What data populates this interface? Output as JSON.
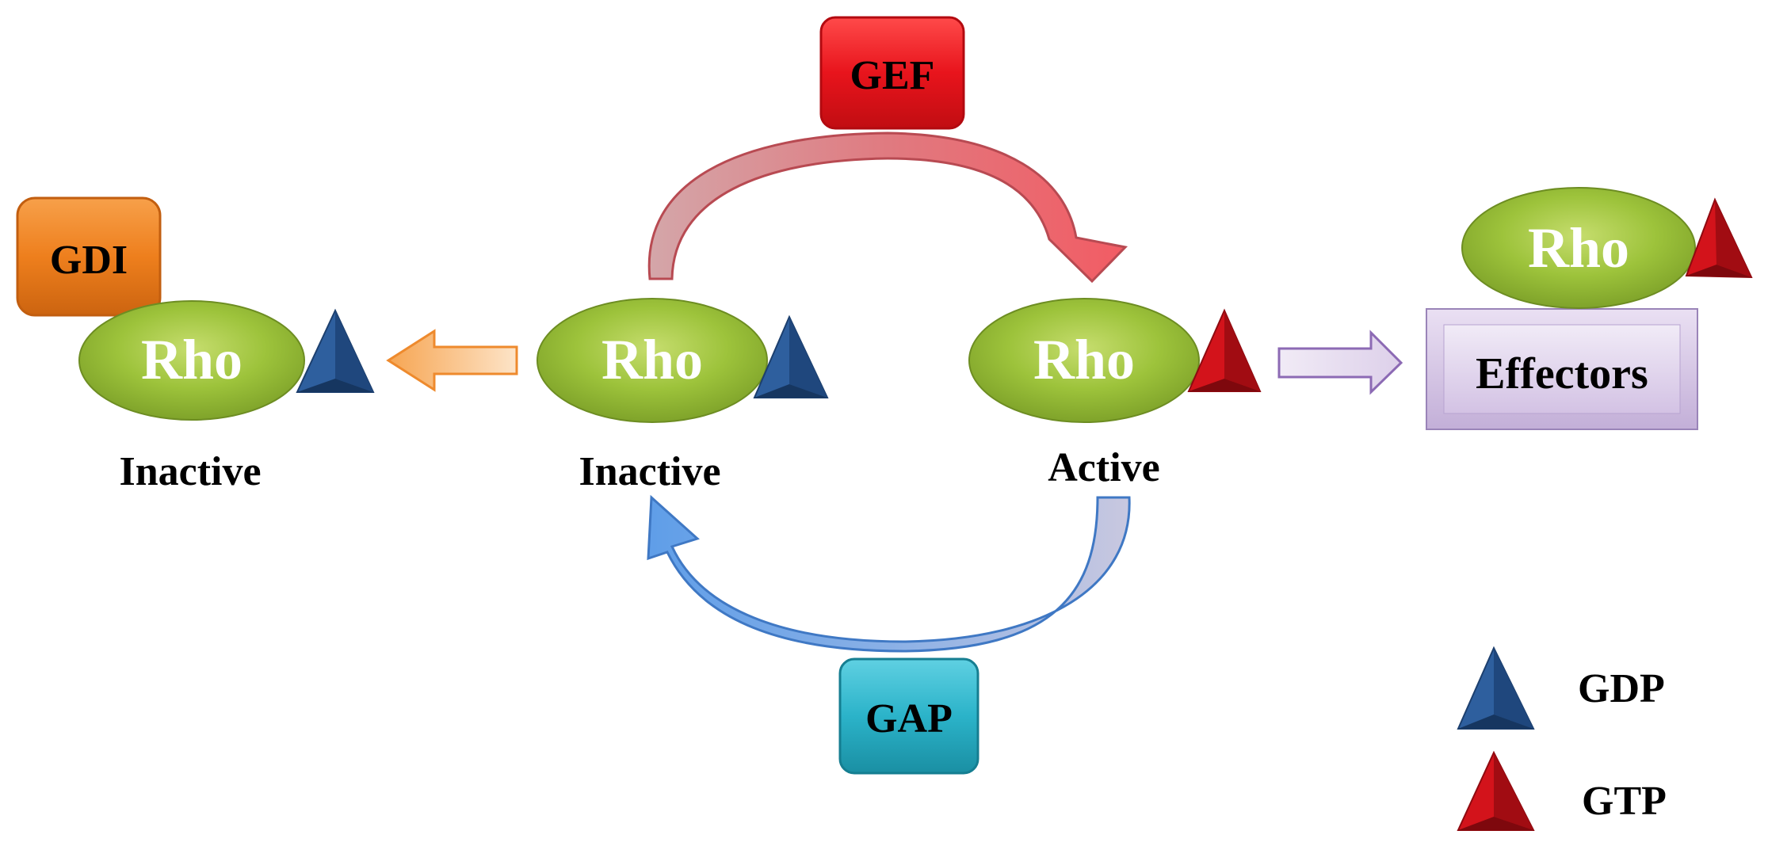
{
  "regulators": {
    "gef": "GEF",
    "gap": "GAP",
    "gdi": "GDI"
  },
  "proteins": {
    "rho_gdi_bound": "Rho",
    "rho_inactive": "Rho",
    "rho_active": "Rho",
    "rho_effector_bound": "Rho"
  },
  "states": {
    "inactive_gdi": "Inactive",
    "inactive": "Inactive",
    "active": "Active"
  },
  "effectors": "Effectors",
  "legend": {
    "gdp": "GDP",
    "gtp": "GTP"
  },
  "colors": {
    "gef": "#e8141c",
    "gap": "#2bb3c9",
    "gdi": "#ee7f1d",
    "rho": "#9dc33b",
    "gdp": "#2e5f9e",
    "gtp": "#d3131b",
    "effectors": "#ddd0ea"
  }
}
